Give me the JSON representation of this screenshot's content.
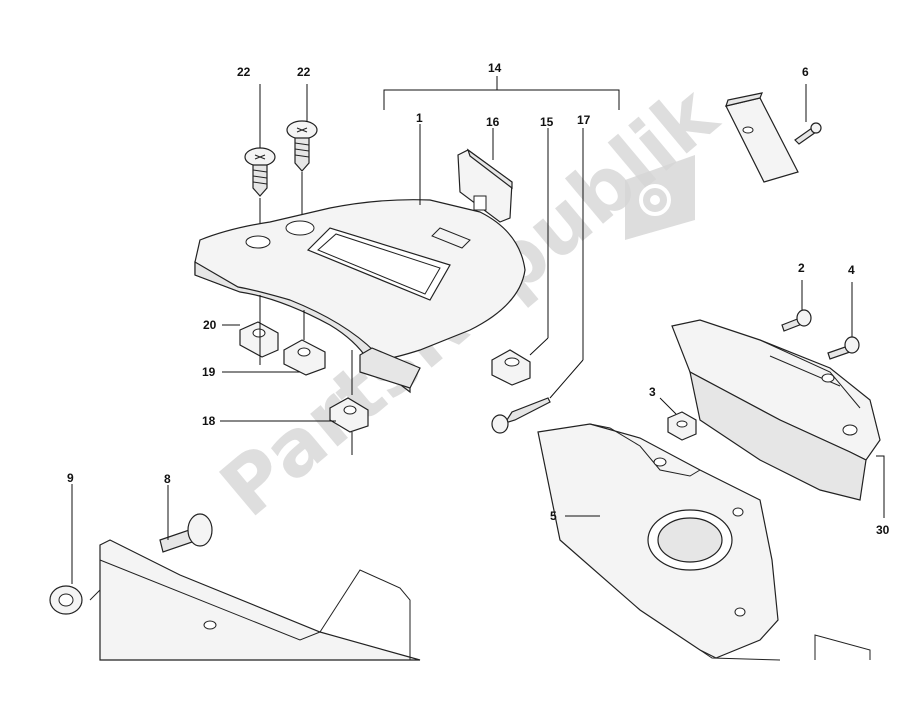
{
  "watermark": {
    "text": "PartsRepublik",
    "icon": "gear-icon"
  },
  "callouts": {
    "c1": "1",
    "c2": "2",
    "c3": "3",
    "c4": "4",
    "c5": "5",
    "c6": "6",
    "c8": "8",
    "c9": "9",
    "c14": "14",
    "c15": "15",
    "c16": "16",
    "c17": "17",
    "c18": "18",
    "c19": "19",
    "c20": "20",
    "c22a": "22",
    "c22b": "22",
    "c30": "30"
  }
}
